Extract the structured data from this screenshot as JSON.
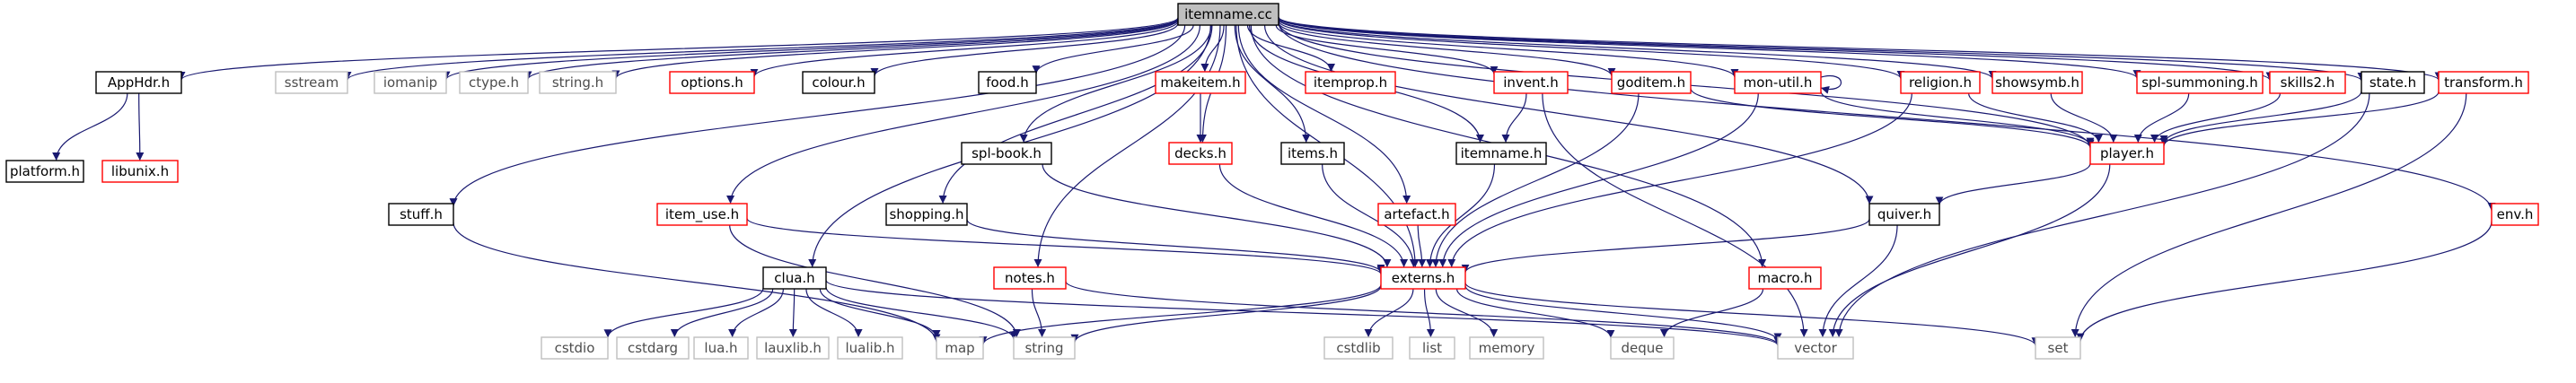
{
  "graph": {
    "colors": {
      "edge": "#191970",
      "node_black_border": "#000000",
      "node_red_border": "#ff0000",
      "node_gray_border": "#bfbfbf",
      "root_fill": "#bfbfbf"
    },
    "nodes": [
      {
        "id": "itemname_cc",
        "label": "itemname.cc",
        "kind": "root"
      },
      {
        "id": "AppHdr",
        "label": "AppHdr.h",
        "kind": "black"
      },
      {
        "id": "sstream",
        "label": "sstream",
        "kind": "gray"
      },
      {
        "id": "iomanip",
        "label": "iomanip",
        "kind": "gray"
      },
      {
        "id": "ctype",
        "label": "ctype.h",
        "kind": "gray"
      },
      {
        "id": "string_h",
        "label": "string.h",
        "kind": "gray"
      },
      {
        "id": "options",
        "label": "options.h",
        "kind": "red"
      },
      {
        "id": "colour",
        "label": "colour.h",
        "kind": "black"
      },
      {
        "id": "food",
        "label": "food.h",
        "kind": "black"
      },
      {
        "id": "makeitem",
        "label": "makeitem.h",
        "kind": "red"
      },
      {
        "id": "itemprop",
        "label": "itemprop.h",
        "kind": "red"
      },
      {
        "id": "invent",
        "label": "invent.h",
        "kind": "red"
      },
      {
        "id": "goditem",
        "label": "goditem.h",
        "kind": "red"
      },
      {
        "id": "monutil",
        "label": "mon-util.h",
        "kind": "red"
      },
      {
        "id": "religion",
        "label": "religion.h",
        "kind": "red"
      },
      {
        "id": "showsymb",
        "label": "showsymb.h",
        "kind": "red"
      },
      {
        "id": "splsummoning",
        "label": "spl-summoning.h",
        "kind": "red"
      },
      {
        "id": "skills2",
        "label": "skills2.h",
        "kind": "red"
      },
      {
        "id": "state",
        "label": "state.h",
        "kind": "black"
      },
      {
        "id": "transform",
        "label": "transform.h",
        "kind": "red"
      },
      {
        "id": "platform",
        "label": "platform.h",
        "kind": "black"
      },
      {
        "id": "libunix",
        "label": "libunix.h",
        "kind": "red"
      },
      {
        "id": "splbook",
        "label": "spl-book.h",
        "kind": "black"
      },
      {
        "id": "decks",
        "label": "decks.h",
        "kind": "red"
      },
      {
        "id": "items",
        "label": "items.h",
        "kind": "black"
      },
      {
        "id": "itemname_h",
        "label": "itemname.h",
        "kind": "black"
      },
      {
        "id": "player",
        "label": "player.h",
        "kind": "red"
      },
      {
        "id": "stuff",
        "label": "stuff.h",
        "kind": "black"
      },
      {
        "id": "item_use",
        "label": "item_use.h",
        "kind": "red"
      },
      {
        "id": "shopping",
        "label": "shopping.h",
        "kind": "black"
      },
      {
        "id": "artefact",
        "label": "artefact.h",
        "kind": "red"
      },
      {
        "id": "quiver",
        "label": "quiver.h",
        "kind": "black"
      },
      {
        "id": "env",
        "label": "env.h",
        "kind": "red"
      },
      {
        "id": "clua",
        "label": "clua.h",
        "kind": "black"
      },
      {
        "id": "notes",
        "label": "notes.h",
        "kind": "red"
      },
      {
        "id": "externs",
        "label": "externs.h",
        "kind": "red"
      },
      {
        "id": "macro",
        "label": "macro.h",
        "kind": "red"
      },
      {
        "id": "cstdio",
        "label": "cstdio",
        "kind": "gray"
      },
      {
        "id": "cstdarg",
        "label": "cstdarg",
        "kind": "gray"
      },
      {
        "id": "lua",
        "label": "lua.h",
        "kind": "gray"
      },
      {
        "id": "lauxlib",
        "label": "lauxlib.h",
        "kind": "gray"
      },
      {
        "id": "lualib",
        "label": "lualib.h",
        "kind": "gray"
      },
      {
        "id": "map",
        "label": "map",
        "kind": "gray"
      },
      {
        "id": "string",
        "label": "string",
        "kind": "gray"
      },
      {
        "id": "cstdlib",
        "label": "cstdlib",
        "kind": "gray"
      },
      {
        "id": "list",
        "label": "list",
        "kind": "gray"
      },
      {
        "id": "memory",
        "label": "memory",
        "kind": "gray"
      },
      {
        "id": "deque",
        "label": "deque",
        "kind": "gray"
      },
      {
        "id": "vector",
        "label": "vector",
        "kind": "gray"
      },
      {
        "id": "set",
        "label": "set",
        "kind": "gray"
      }
    ],
    "edges": [
      [
        "itemname_cc",
        "AppHdr"
      ],
      [
        "itemname_cc",
        "sstream"
      ],
      [
        "itemname_cc",
        "iomanip"
      ],
      [
        "itemname_cc",
        "ctype"
      ],
      [
        "itemname_cc",
        "string_h"
      ],
      [
        "itemname_cc",
        "options"
      ],
      [
        "itemname_cc",
        "colour"
      ],
      [
        "itemname_cc",
        "food"
      ],
      [
        "itemname_cc",
        "makeitem"
      ],
      [
        "itemname_cc",
        "itemprop"
      ],
      [
        "itemname_cc",
        "invent"
      ],
      [
        "itemname_cc",
        "goditem"
      ],
      [
        "itemname_cc",
        "monutil"
      ],
      [
        "itemname_cc",
        "religion"
      ],
      [
        "itemname_cc",
        "showsymb"
      ],
      [
        "itemname_cc",
        "splsummoning"
      ],
      [
        "itemname_cc",
        "skills2"
      ],
      [
        "itemname_cc",
        "state"
      ],
      [
        "itemname_cc",
        "transform"
      ],
      [
        "itemname_cc",
        "splbook"
      ],
      [
        "itemname_cc",
        "decks"
      ],
      [
        "itemname_cc",
        "items"
      ],
      [
        "itemname_cc",
        "itemname_h"
      ],
      [
        "itemname_cc",
        "player"
      ],
      [
        "itemname_cc",
        "stuff"
      ],
      [
        "itemname_cc",
        "item_use"
      ],
      [
        "itemname_cc",
        "shopping"
      ],
      [
        "itemname_cc",
        "artefact"
      ],
      [
        "itemname_cc",
        "quiver"
      ],
      [
        "itemname_cc",
        "env"
      ],
      [
        "itemname_cc",
        "clua"
      ],
      [
        "itemname_cc",
        "notes"
      ],
      [
        "itemname_cc",
        "externs"
      ],
      [
        "itemname_cc",
        "macro"
      ],
      [
        "AppHdr",
        "platform"
      ],
      [
        "AppHdr",
        "libunix"
      ],
      [
        "makeitem",
        "decks"
      ],
      [
        "invent",
        "itemname_h"
      ],
      [
        "invent",
        "vector"
      ],
      [
        "goditem",
        "player"
      ],
      [
        "goditem",
        "externs"
      ],
      [
        "monutil",
        "monutil"
      ],
      [
        "monutil",
        "externs"
      ],
      [
        "monutil",
        "player"
      ],
      [
        "religion",
        "player"
      ],
      [
        "religion",
        "externs"
      ],
      [
        "showsymb",
        "player"
      ],
      [
        "splsummoning",
        "player"
      ],
      [
        "skills2",
        "player"
      ],
      [
        "state",
        "player"
      ],
      [
        "state",
        "vector"
      ],
      [
        "transform",
        "player"
      ],
      [
        "transform",
        "set"
      ],
      [
        "splbook",
        "externs"
      ],
      [
        "decks",
        "externs"
      ],
      [
        "items",
        "externs"
      ],
      [
        "itemname_h",
        "externs"
      ],
      [
        "player",
        "quiver"
      ],
      [
        "player",
        "vector"
      ],
      [
        "stuff",
        "map"
      ],
      [
        "item_use",
        "externs"
      ],
      [
        "item_use",
        "string"
      ],
      [
        "shopping",
        "externs"
      ],
      [
        "artefact",
        "externs"
      ],
      [
        "quiver",
        "externs"
      ],
      [
        "quiver",
        "vector"
      ],
      [
        "env",
        "set"
      ],
      [
        "clua",
        "cstdio"
      ],
      [
        "clua",
        "cstdarg"
      ],
      [
        "clua",
        "lua"
      ],
      [
        "clua",
        "lauxlib"
      ],
      [
        "clua",
        "lualib"
      ],
      [
        "clua",
        "map"
      ],
      [
        "clua",
        "string"
      ],
      [
        "clua",
        "vector"
      ],
      [
        "notes",
        "string"
      ],
      [
        "notes",
        "vector"
      ],
      [
        "externs",
        "map"
      ],
      [
        "externs",
        "string"
      ],
      [
        "externs",
        "cstdlib"
      ],
      [
        "externs",
        "list"
      ],
      [
        "externs",
        "memory"
      ],
      [
        "externs",
        "deque"
      ],
      [
        "externs",
        "vector"
      ],
      [
        "externs",
        "set"
      ],
      [
        "macro",
        "deque"
      ]
    ]
  }
}
